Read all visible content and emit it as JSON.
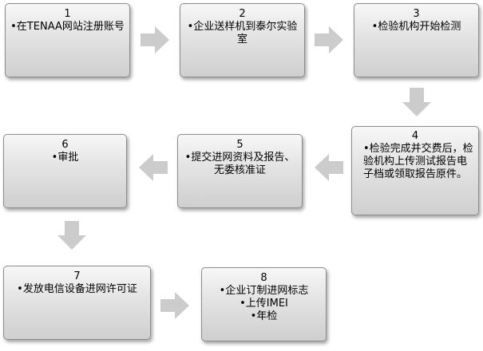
{
  "steps": [
    {
      "num": "1",
      "text": "•在TENAA网站注册账号"
    },
    {
      "num": "2",
      "text": "•企业送样机到泰尔实验室"
    },
    {
      "num": "3",
      "text": "•检验机构开始检测"
    },
    {
      "num": "4",
      "text": "•检验完成并交费后，检验机构上传测试报告电子档或领取报告原件。"
    },
    {
      "num": "5",
      "text": "•提交进网资料及报告、无委核准证"
    },
    {
      "num": "6",
      "text": "•审批"
    },
    {
      "num": "7",
      "text": "•发放电信设备进网许可证"
    },
    {
      "num": "8",
      "lines": [
        "•企业订制进网标志",
        "•上传IMEI",
        "•年检"
      ]
    }
  ],
  "colors": {
    "box_border": "#8c8c8c",
    "arrow": "#cccccc"
  }
}
